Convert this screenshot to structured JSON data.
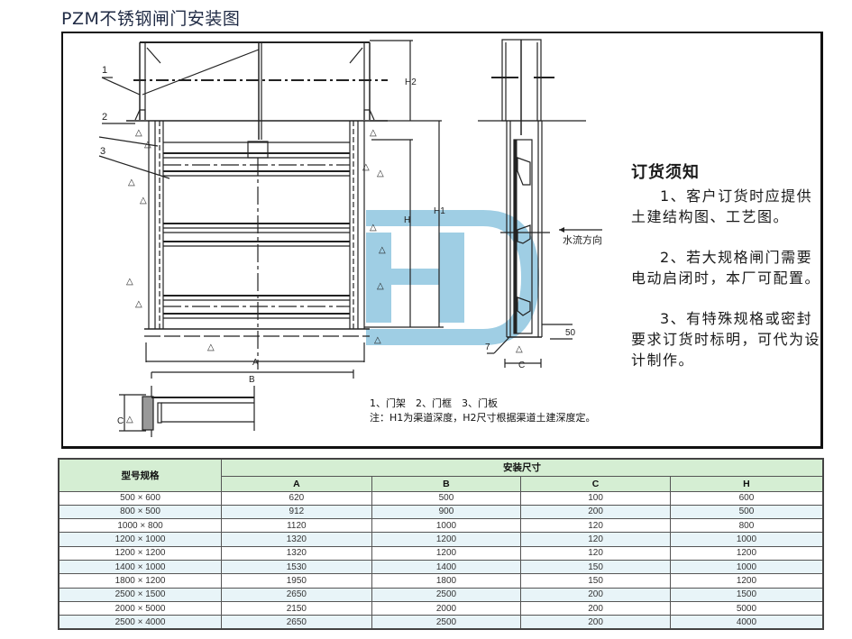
{
  "title": "PZM不锈钢闸门安装图",
  "drawing": {
    "part_labels": [
      "1",
      "2",
      "3"
    ],
    "dimension_labels": {
      "h2": "H2",
      "h1": "H1",
      "h": "H",
      "a": "A",
      "b": "B",
      "c_side": "C",
      "c_detail": "C",
      "fifty": "50",
      "seven": "7"
    },
    "flow_direction": "水流方向",
    "watermark": "HD",
    "watermark_color": "#7fbedb",
    "legend_line1": "1、门架　2、门框　3、门板",
    "legend_line2": "注：H1为渠道深度，H2尺寸根据渠道土建深度定。"
  },
  "notice": {
    "title": "订货须知",
    "items": [
      "1、客户订货时应提供土建结构图、工艺图。",
      "2、若大规格闸门需要电动启闭时，本厂可配置。",
      "3、有特殊规格或密封要求订货时标明，可代为设计制作。"
    ]
  },
  "table": {
    "header_color": "#d5eed3",
    "stripe_color": "#e8f4f8",
    "model_header": "型号规格",
    "group_header": "安装尺寸",
    "columns": [
      "A",
      "B",
      "C",
      "H"
    ],
    "rows": [
      {
        "model": "500 × 600",
        "A": "620",
        "B": "500",
        "C": "100",
        "H": "600"
      },
      {
        "model": "800 × 500",
        "A": "912",
        "B": "900",
        "C": "200",
        "H": "500"
      },
      {
        "model": "1000 × 800",
        "A": "1120",
        "B": "1000",
        "C": "120",
        "H": "800"
      },
      {
        "model": "1200 × 1000",
        "A": "1320",
        "B": "1200",
        "C": "120",
        "H": "1000"
      },
      {
        "model": "1200 × 1200",
        "A": "1320",
        "B": "1200",
        "C": "120",
        "H": "1200"
      },
      {
        "model": "1400 × 1000",
        "A": "1530",
        "B": "1400",
        "C": "150",
        "H": "1000"
      },
      {
        "model": "1800 × 1200",
        "A": "1950",
        "B": "1800",
        "C": "150",
        "H": "1200"
      },
      {
        "model": "2500 × 1500",
        "A": "2650",
        "B": "2500",
        "C": "200",
        "H": "1500"
      },
      {
        "model": "2000 × 5000",
        "A": "2150",
        "B": "2000",
        "C": "200",
        "H": "5000"
      },
      {
        "model": "2500 × 4000",
        "A": "2650",
        "B": "2500",
        "C": "200",
        "H": "4000"
      }
    ]
  }
}
